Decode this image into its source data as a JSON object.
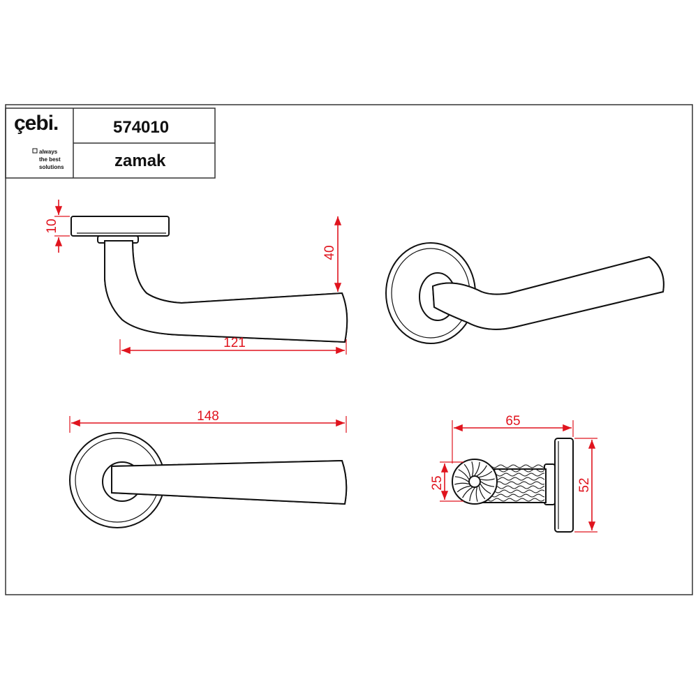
{
  "title_block": {
    "brand": "çebi.",
    "tagline": [
      "always",
      "the best",
      "solutions"
    ],
    "product_code": "574010",
    "material": "zamak"
  },
  "dimensions": {
    "rose_thickness": "10",
    "lever_height": "40",
    "side_length": "121",
    "front_length": "148",
    "projection": "65",
    "neck_diameter": "25",
    "rose_diameter": "52"
  },
  "colors": {
    "dimension": "#e0141e",
    "outline": "#111111",
    "frame": "#333333"
  }
}
